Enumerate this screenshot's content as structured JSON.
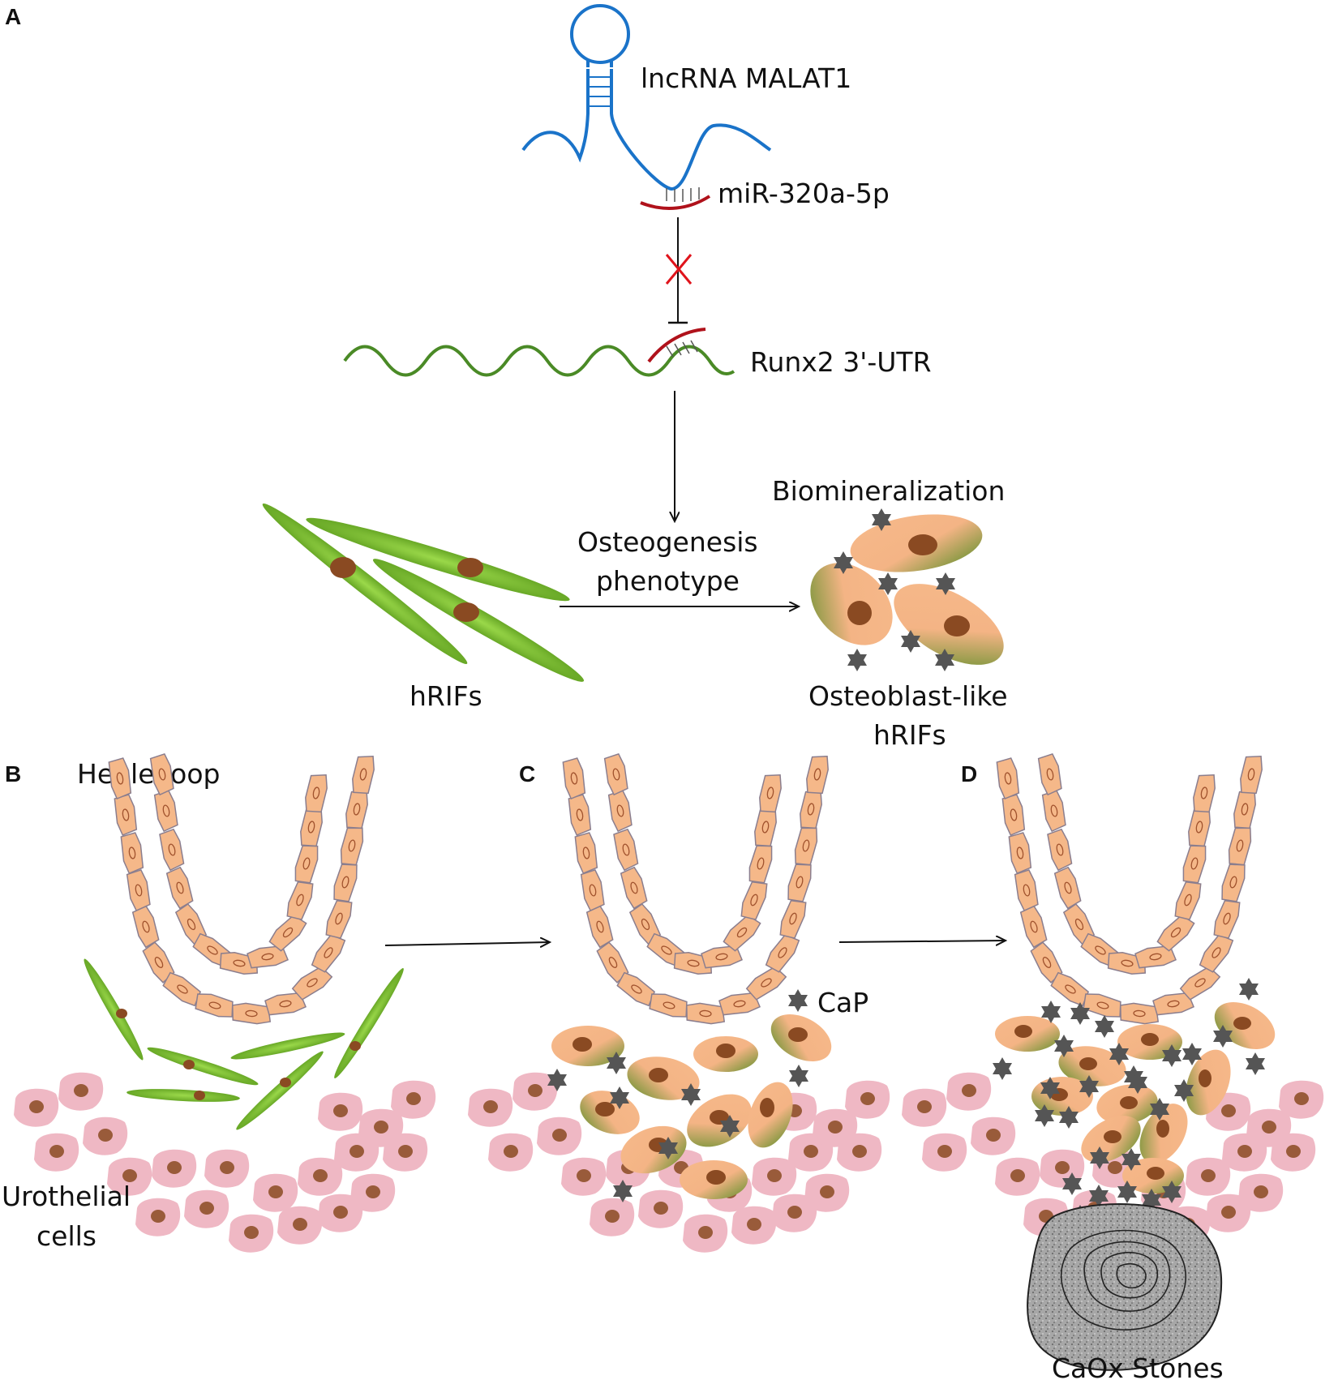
{
  "panels": {
    "a": "A",
    "b": "B",
    "c": "C",
    "d": "D"
  },
  "labels": {
    "lncrna": "lncRNA MALAT1",
    "mirna": "miR-320a-5p",
    "runx2": "Runx2 3'-UTR",
    "osteogenesis_1": "Osteogenesis",
    "osteogenesis_2": "phenotype",
    "biomineralization": "Biomineralization",
    "hrifs": "hRIFs",
    "osteoblast_1": "Osteoblast-like",
    "osteoblast_2": "hRIFs",
    "henle": "Henle loop",
    "urothelial_1": "Urothelial",
    "urothelial_2": "cells",
    "cap": "CaP",
    "caox": "CaOx Stones"
  },
  "colors": {
    "lncrna": "#1a73c9",
    "mirna": "#b0121b",
    "runx2": "#4a8a26",
    "inhibit_cross": "#e0141c",
    "fibroblast": "#7fc232",
    "osteoblast_light": "#f6b98a",
    "osteoblast_dark": "#5f8f2a",
    "nucleus": "#8a4a22",
    "tubule_cell": "#f5b889",
    "urothelial_cell": "#efb8c4",
    "crystal": "#555555",
    "stone": "#9a9a9a"
  }
}
